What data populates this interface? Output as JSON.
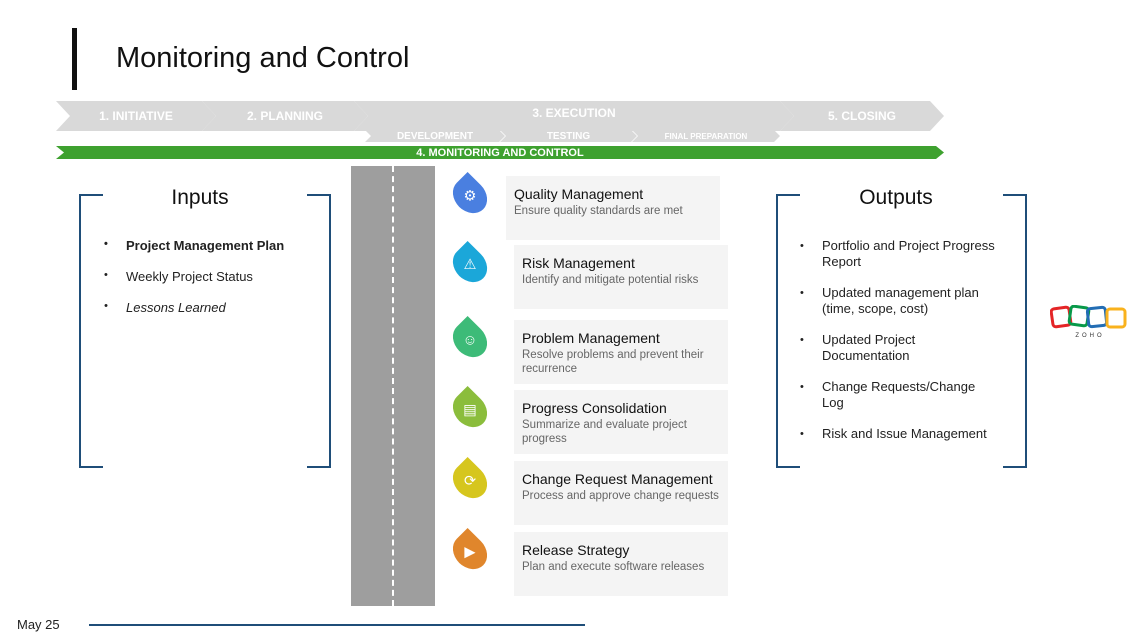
{
  "title": "Monitoring and Control",
  "phases": {
    "initiative": "1. INITIATIVE",
    "planning": "2. PLANNING",
    "execution": "3. EXECUTION",
    "closing": "5. CLOSING",
    "development": "DEVELOPMENT",
    "testing": "TESTING",
    "final": "FINAL PREPARATION",
    "monitoring": "4. MONITORING AND CONTROL"
  },
  "inputs": {
    "title": "Inputs",
    "items": [
      "Project Management Plan",
      "Weekly Project Status",
      "Lessons Learned"
    ]
  },
  "outputs": {
    "title": "Outputs",
    "items": [
      "Portfolio and Project Progress Report",
      "Updated management plan (time, scope, cost)",
      "Updated Project Documentation",
      "Change Requests/Change Log",
      "Risk and Issue Management"
    ]
  },
  "processes": [
    {
      "title": "Quality Management",
      "desc": "Ensure quality standards are met",
      "color": "#4a7fe0",
      "icon": "gear-check-icon"
    },
    {
      "title": "Risk Management",
      "desc": "Identify and mitigate potential risks",
      "color": "#1ba7d9",
      "icon": "risk-warning-icon"
    },
    {
      "title": "Problem Management",
      "desc": "Resolve problems and prevent their recurrence",
      "color": "#3dbb78",
      "icon": "person-problem-icon"
    },
    {
      "title": "Progress Consolidation",
      "desc": "Summarize and evaluate project progress",
      "color": "#8bbd3c",
      "icon": "report-chart-icon"
    },
    {
      "title": "Change Request Management",
      "desc": "Process and approve change requests",
      "color": "#d6c61e",
      "icon": "document-refresh-icon"
    },
    {
      "title": "Release Strategy",
      "desc": "Plan and execute software releases",
      "color": "#e0862c",
      "icon": "release-screen-icon"
    }
  ],
  "logo": "ZOHO",
  "footer": {
    "date": "May 25"
  }
}
